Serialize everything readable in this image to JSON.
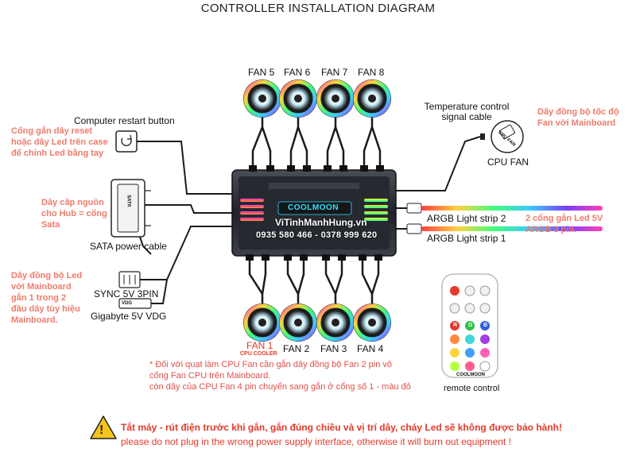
{
  "title": "CONTROLLER INSTALLATION DIAGRAM",
  "top_fans": [
    "FAN 5",
    "FAN 6",
    "FAN 7",
    "FAN 8"
  ],
  "bottom_fans": [
    "FAN 1",
    "FAN 2",
    "FAN 3",
    "FAN 4"
  ],
  "cpu_cooler_label": "CPU COOLER",
  "left": {
    "restart_button": "Computer restart button",
    "sata_cable": "SATA power cable",
    "sata_text": "SATA",
    "sync_label": "SYNC 5V 3PIN",
    "vdg_label": "Gigabyte 5V VDG",
    "vdg_tag": "VDG"
  },
  "right": {
    "temp_control_line1": "Temperature control",
    "temp_control_line2": "signal cable",
    "cpu_fan": "CPU FAN",
    "cpu_fan_icon_text": "CPU FAN",
    "argb_strip_2": "ARGB Light strip 2",
    "argb_strip_1": "ARGB Light strip 1",
    "remote_control": "remote control",
    "remote_brand": "COOLMOON",
    "remote_button_letters": [
      "R",
      "G",
      "B"
    ]
  },
  "hub": {
    "brand": "COOLMOON",
    "watermark_site": "ViTinhManhHung.vn",
    "watermark_phone": "0935 580 466 - 0378 999 620"
  },
  "notes": {
    "reset": [
      "Cổng gắn dây reset",
      "hoặc dây Led trên case",
      "để chỉnh Led bằng tay"
    ],
    "power": [
      "Dây cấp nguồn",
      "cho Hub = cổng",
      "Sata"
    ],
    "sync": [
      "Dây đồng bộ Led",
      "với Mainboard",
      "gắn 1 trong 2",
      "đầu dây tùy hiệu",
      "Mainboard."
    ],
    "fan_sync": [
      "Dây đồng bộ tốc độ",
      "Fan với Mainboard"
    ],
    "led_ports": [
      "2 cổng gắn Led 5V",
      "ARGB 3 pin."
    ],
    "cpu_fan_note": [
      "* Đối với quạt làm  CPU Fan cần gắn dây đồng bộ Fan  2 pin vô",
      "cổng Fan  CPU trên Mainboard.",
      "còn dây của CPU Fan  4 pin chuyển sang gắn ở cổng số 1 - màu đỏ"
    ]
  },
  "warning": {
    "vietnamese": "Tắt máy - rút điện trước khi gắn, gắn đúng chiều và vị trí dây, cháy Led sẽ không được bảo hành!",
    "english": "please do not plug in the wrong power supply interface, otherwise it will burn out equipment !",
    "icon_glyph": "!"
  },
  "colors": {
    "note_salmon": "#ef7b6a",
    "warning_red": "#e23a2a",
    "hub_body": "#2a2d33",
    "brand_cyan": "#33e0ff",
    "warning_yellow": "#f5c518"
  }
}
